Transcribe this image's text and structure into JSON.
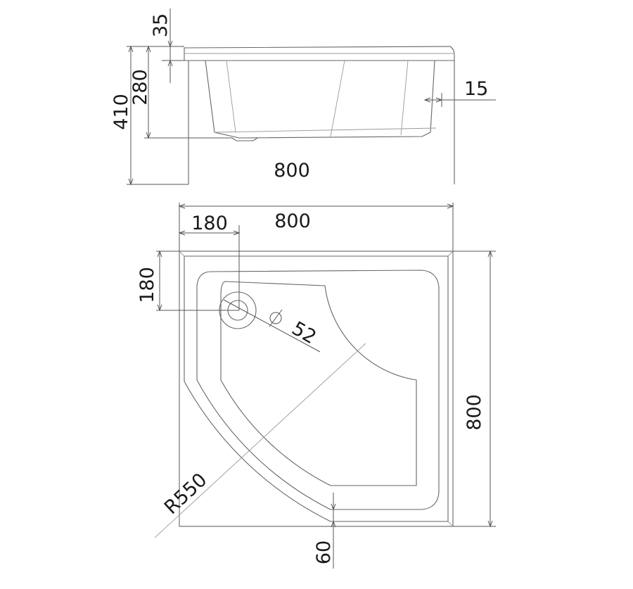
{
  "side_view": {
    "height_total": "410",
    "height_inner": "280",
    "rim_height": "35",
    "wall_thickness": "15",
    "width": "800"
  },
  "top_view": {
    "width_top": "800",
    "drain_offset_x": "180",
    "drain_offset_y": "180",
    "drain_diameter": "⌀ 52",
    "depth_right": "800",
    "radius": "R550",
    "front_skirt": "60"
  }
}
